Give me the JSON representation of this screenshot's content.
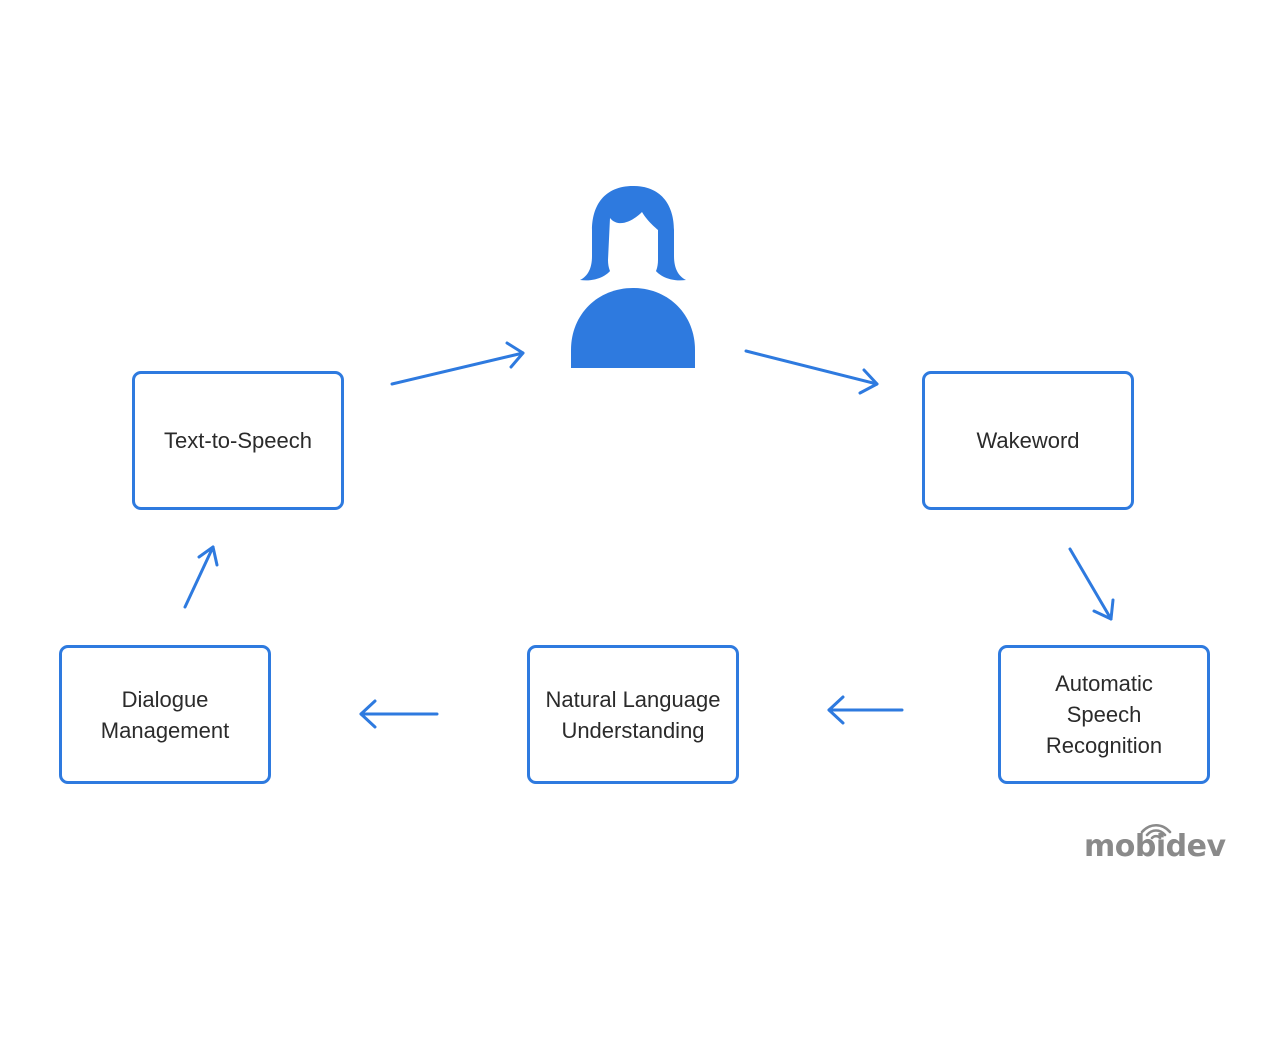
{
  "nodes": {
    "tts": {
      "lines": [
        "Text-to-Speech"
      ]
    },
    "wakeword": {
      "lines": [
        "Wakeword"
      ]
    },
    "asr": {
      "lines": [
        "Automatic",
        "Speech",
        "Recognition"
      ]
    },
    "nlu": {
      "lines": [
        "Natural Language",
        "Understanding"
      ]
    },
    "dm": {
      "lines": [
        "Dialogue",
        "Management"
      ]
    }
  },
  "edges": [
    {
      "from": "user",
      "to": "wakeword"
    },
    {
      "from": "wakeword",
      "to": "asr"
    },
    {
      "from": "asr",
      "to": "nlu"
    },
    {
      "from": "nlu",
      "to": "dm"
    },
    {
      "from": "dm",
      "to": "tts"
    },
    {
      "from": "tts",
      "to": "user"
    }
  ],
  "center": {
    "icon": "user-icon"
  },
  "logo": {
    "text": "mobidev",
    "icon": "wifi-signal-icon"
  },
  "colors": {
    "accent": "#2e7adf",
    "text": "#2b2b2b",
    "logo": "#8a8a8a"
  }
}
